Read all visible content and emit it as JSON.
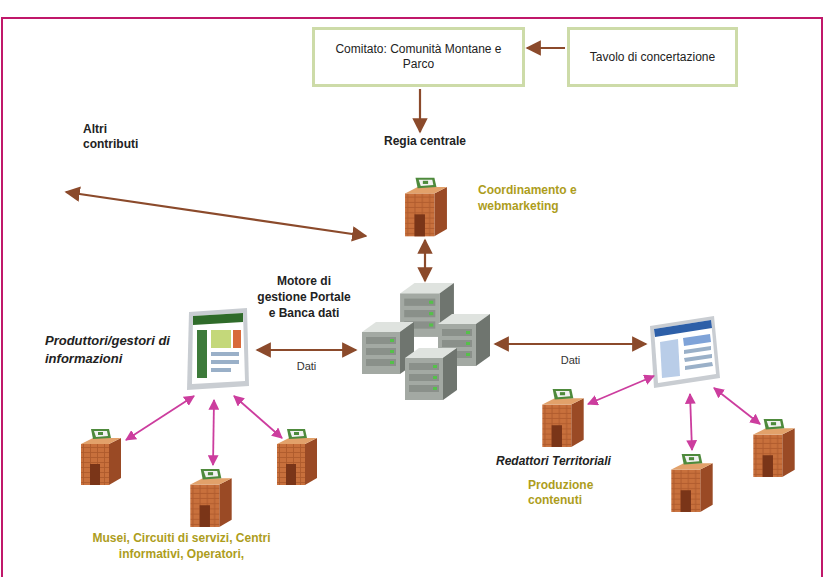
{
  "diagram": {
    "nodes": [
      {
        "text": [
          "Comitato: Comunità Montane e Parco"
        ]
      },
      {
        "text": [
          "Tavolo di concertazione"
        ]
      },
      {
        "text": [
          "Regia centrale",
          "Coordinamento e webmarketing"
        ]
      },
      {
        "text": [
          "Motore di gestione Portale e Banca dati"
        ]
      },
      {
        "text": [
          "Produttori/gestori di informazioni"
        ]
      },
      {
        "text": [
          "Redattori Territoriali"
        ]
      }
    ],
    "edges": [
      {
        "from": 1,
        "to": 0,
        "arrow": "to"
      },
      {
        "from": 0,
        "to": 2,
        "arrow": "to"
      },
      {
        "from": 2,
        "to": 3,
        "arrow": "both"
      },
      {
        "from": 4,
        "to": 3,
        "label": "Dati",
        "arrow": "both"
      },
      {
        "from": 3,
        "to": 5,
        "label": "Dati",
        "arrow": "both"
      }
    ],
    "labels": [
      "Altri contributi",
      "Musei, Circuiti di servizi, Centri informativi, Operatori,",
      "Produzione contenuti"
    ]
  }
}
